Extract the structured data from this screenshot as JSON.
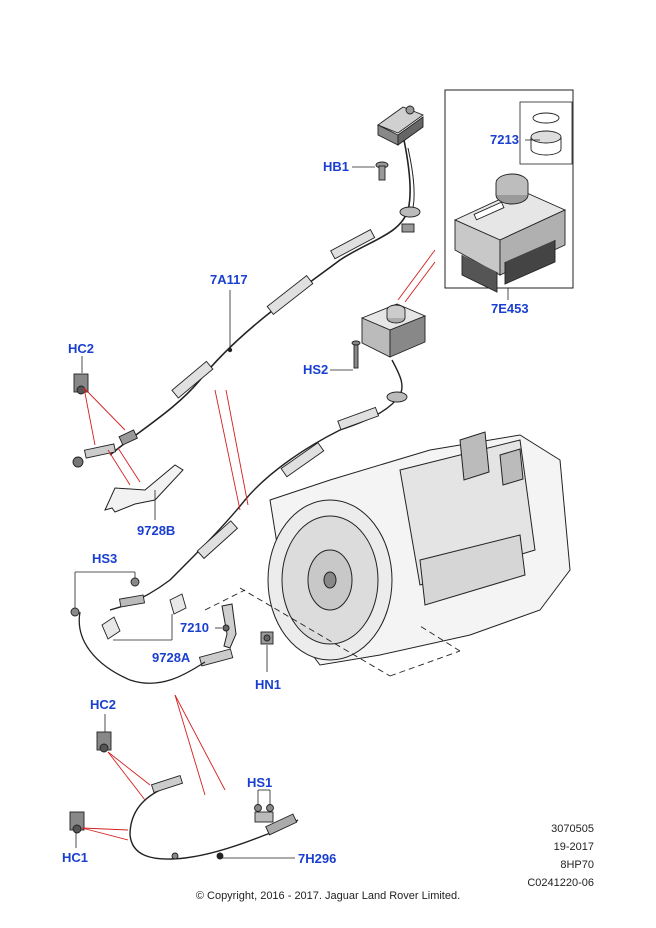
{
  "callouts": {
    "hb1": "HB1",
    "p7a117": "7A117",
    "hc2_top": "HC2",
    "hs2": "HS2",
    "p7213": "7213",
    "p7e453": "7E453",
    "p9728b": "9728B",
    "hs3": "HS3",
    "p7210": "7210",
    "p9728a": "9728A",
    "hn1": "HN1",
    "hc2_bottom": "HC2",
    "hs1": "HS1",
    "hc1": "HC1",
    "p7h296": "7H296"
  },
  "info": {
    "number": "3070505",
    "date": "19-2017",
    "transmission": "8HP70",
    "code": "C0241220-06"
  },
  "copyright": "© Copyright, 2016 - 2017. Jaguar Land Rover Limited.",
  "colors": {
    "callout_text": "#1a3fd0",
    "leader_red": "#d42020",
    "line_art": "#222222"
  }
}
